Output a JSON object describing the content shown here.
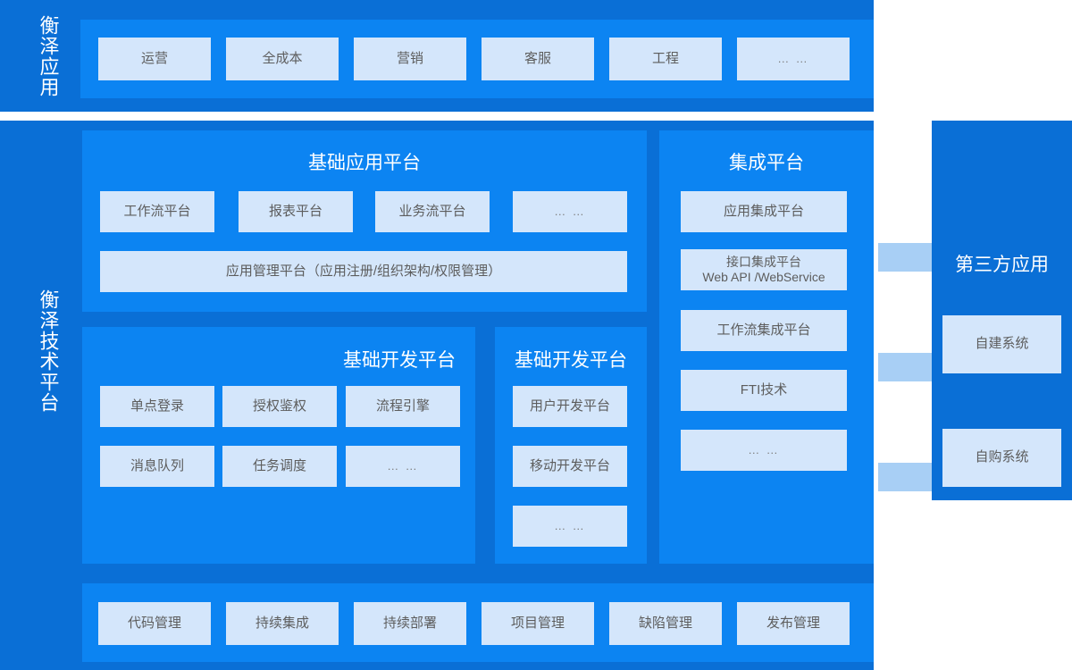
{
  "colors": {
    "outer_blue": "#0a6fd6",
    "inner_blue": "#0c84f2",
    "chip_blue": "#d4e6fb",
    "connector_blue": "#a8cff5",
    "title_white": "#ffffff",
    "chip_text": "#5d5d5d"
  },
  "app_layer": {
    "side_label": "衡泽应用",
    "items": [
      {
        "label": "运营"
      },
      {
        "label": "全成本"
      },
      {
        "label": "营销"
      },
      {
        "label": "客服"
      },
      {
        "label": "工程"
      },
      {
        "label": "… …"
      }
    ]
  },
  "tech_layer": {
    "side_label": "衡泽技术平台",
    "base_app_platform": {
      "title": "基础应用平台",
      "row1": [
        {
          "label": "工作流平台"
        },
        {
          "label": "报表平台"
        },
        {
          "label": "业务流平台"
        },
        {
          "label": "… …"
        }
      ],
      "wide": {
        "label": "应用管理平台（应用注册/组织架构/权限管理）"
      }
    },
    "base_dev_platform_left": {
      "title": "基础开发平台",
      "row1": [
        {
          "label": "单点登录"
        },
        {
          "label": "授权鉴权"
        },
        {
          "label": "流程引擎"
        }
      ],
      "row2": [
        {
          "label": "消息队列"
        },
        {
          "label": "任务调度"
        },
        {
          "label": "… …"
        }
      ]
    },
    "base_dev_platform_right": {
      "title": "基础开发平台",
      "items": [
        {
          "label": "用户开发平台"
        },
        {
          "label": "移动开发平台"
        },
        {
          "label": "… …"
        }
      ]
    },
    "integration_platform": {
      "title": "集成平台",
      "items": [
        {
          "label": "应用集成平台"
        },
        {
          "label": "接口集成平台\nWeb API /WebService"
        },
        {
          "label": "工作流集成平台"
        },
        {
          "label": "FTI技术"
        },
        {
          "label": "… …"
        }
      ]
    },
    "devops_bar": {
      "items": [
        {
          "label": "代码管理"
        },
        {
          "label": "持续集成"
        },
        {
          "label": "持续部署"
        },
        {
          "label": "项目管理"
        },
        {
          "label": "缺陷管理"
        },
        {
          "label": "发布管理"
        }
      ]
    }
  },
  "third_party": {
    "title": "第三方应用",
    "items": [
      {
        "label": "自建系统"
      },
      {
        "label": "自购系统"
      }
    ],
    "connector_count": 3
  }
}
